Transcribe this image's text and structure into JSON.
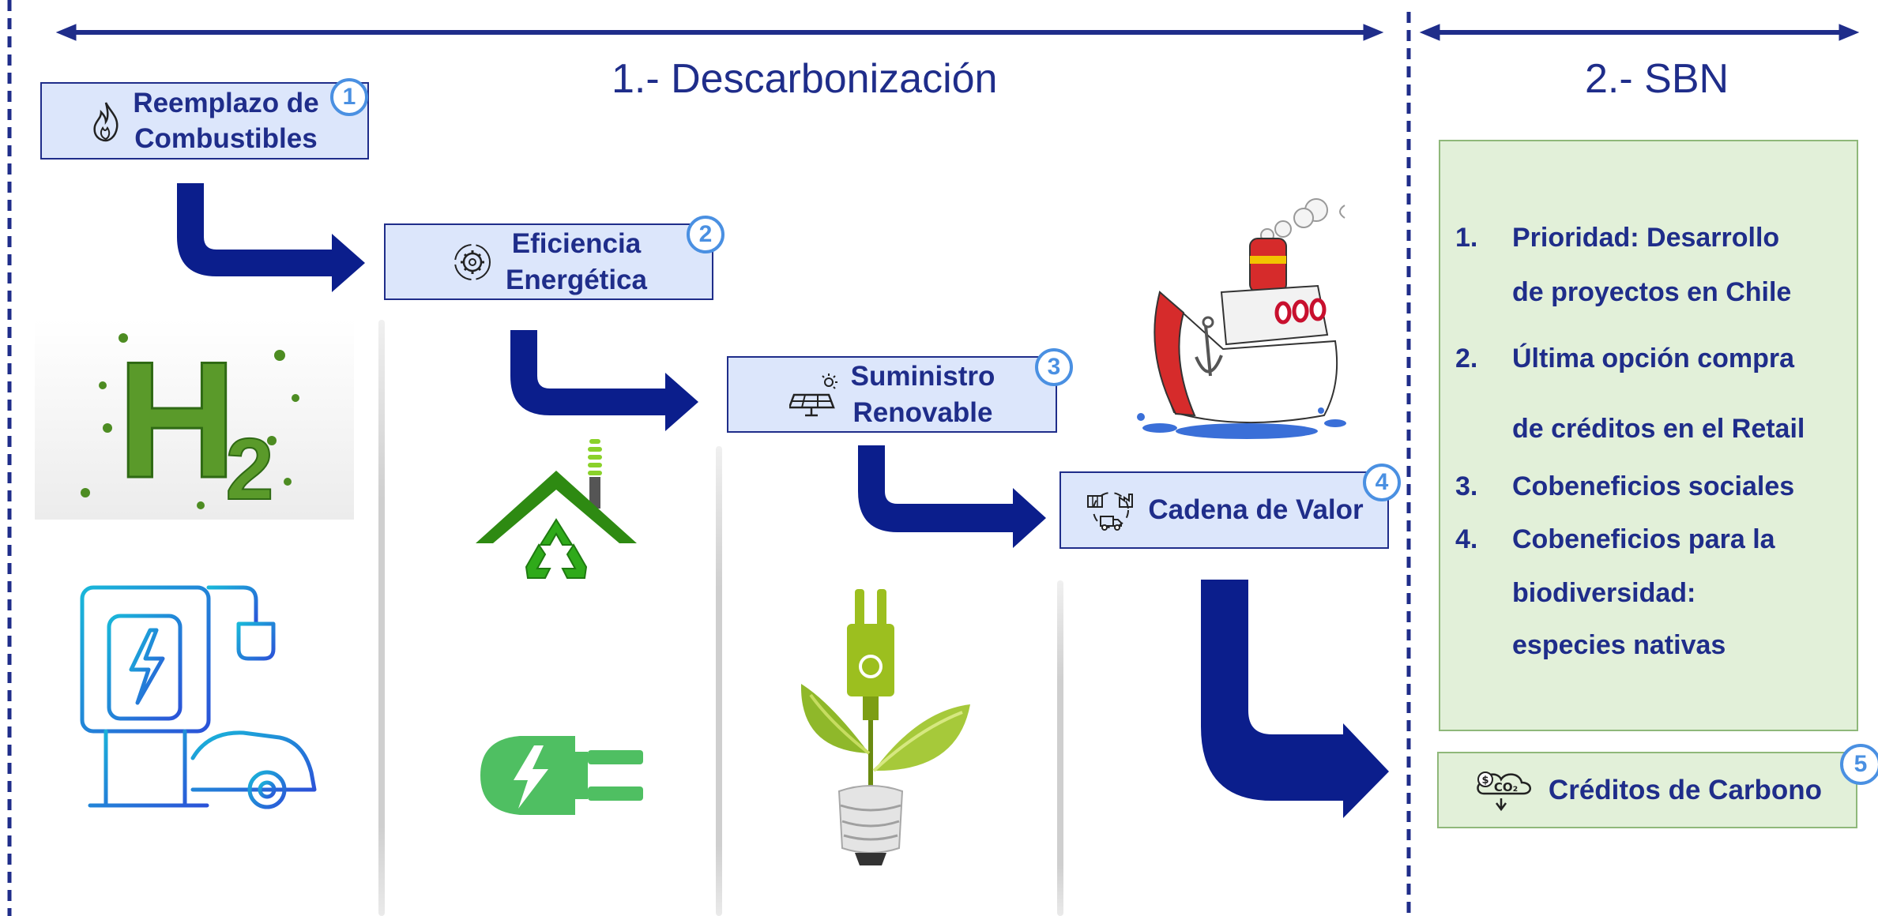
{
  "sections": {
    "decarbonization_title": "1.- Descarbonización",
    "sbn_title": "2.- SBN"
  },
  "steps": [
    {
      "number": "1",
      "label_line1": "Reemplazo de",
      "label_line2": "Combustibles",
      "icon": "flame-icon"
    },
    {
      "number": "2",
      "label_line1": "Eficiencia",
      "label_line2": "Energética",
      "icon": "gear-cycle-icon"
    },
    {
      "number": "3",
      "label_line1": "Suministro",
      "label_line2": "Renovable",
      "icon": "solar-panel-icon"
    },
    {
      "number": "4",
      "label_line1": "Cadena de Valor",
      "icon": "supply-chain-icon"
    },
    {
      "number": "5",
      "label_line1": "Créditos de Carbono",
      "icon": "co2-credit-icon"
    }
  ],
  "sbn_list": [
    {
      "num": "1.",
      "lines": [
        "Prioridad: Desarrollo",
        "de proyectos en Chile"
      ]
    },
    {
      "num": "2.",
      "lines": [
        "Última opción compra",
        "de créditos en el Retail"
      ]
    },
    {
      "num": "3.",
      "lines": [
        "Cobeneficios sociales"
      ]
    },
    {
      "num": "4.",
      "lines": [
        "Cobeneficios para la",
        "biodiversidad:",
        "especies nativas"
      ]
    }
  ],
  "illustrations": {
    "hydrogen": "H",
    "hydrogen_sub": "2"
  },
  "colors": {
    "navy": "#1f2d8a",
    "arrow": "#0b1e8c",
    "blue_box": "#dce6fb",
    "green_box": "#e2f0d9",
    "badge": "#4a90e2"
  }
}
